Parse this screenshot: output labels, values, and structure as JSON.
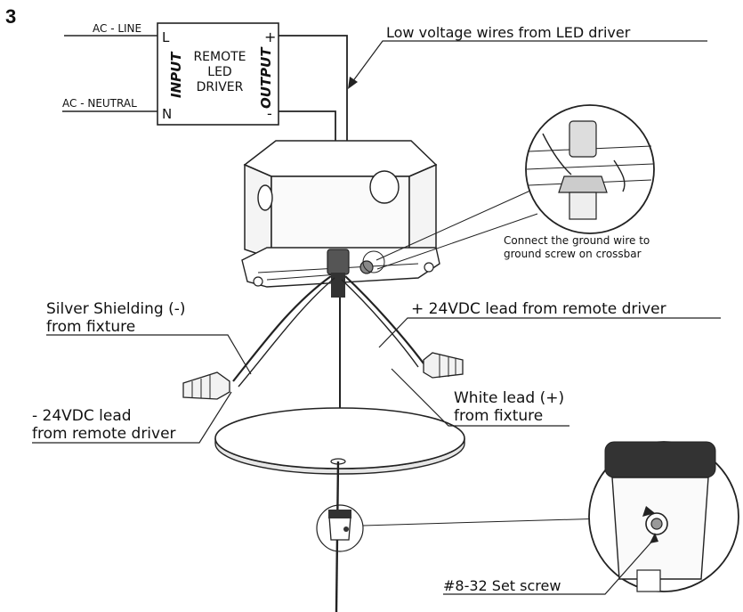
{
  "step_number": "3",
  "driver": {
    "ac_line": "AC - LINE",
    "ac_neutral": "AC - NEUTRAL",
    "input_label": "INPUT",
    "output_label": "OUTPUT",
    "terminal_l": "L",
    "terminal_n": "N",
    "terminal_plus": "+",
    "terminal_minus": "-",
    "title_line1": "REMOTE",
    "title_line2": "LED",
    "title_line3": "DRIVER"
  },
  "callouts": {
    "low_voltage": "Low voltage wires from LED driver",
    "ground_line1": "Connect the ground wire to",
    "ground_line2": "ground screw on crossbar",
    "silver_line1": "Silver Shielding (-)",
    "silver_line2": "from fixture",
    "plus_lead": "+ 24VDC lead from remote driver",
    "white_line1": "White lead (+)",
    "white_line2": "from fixture",
    "minus_line1": "- 24VDC lead",
    "minus_line2": "from remote driver",
    "set_screw": "#8-32 Set screw"
  }
}
